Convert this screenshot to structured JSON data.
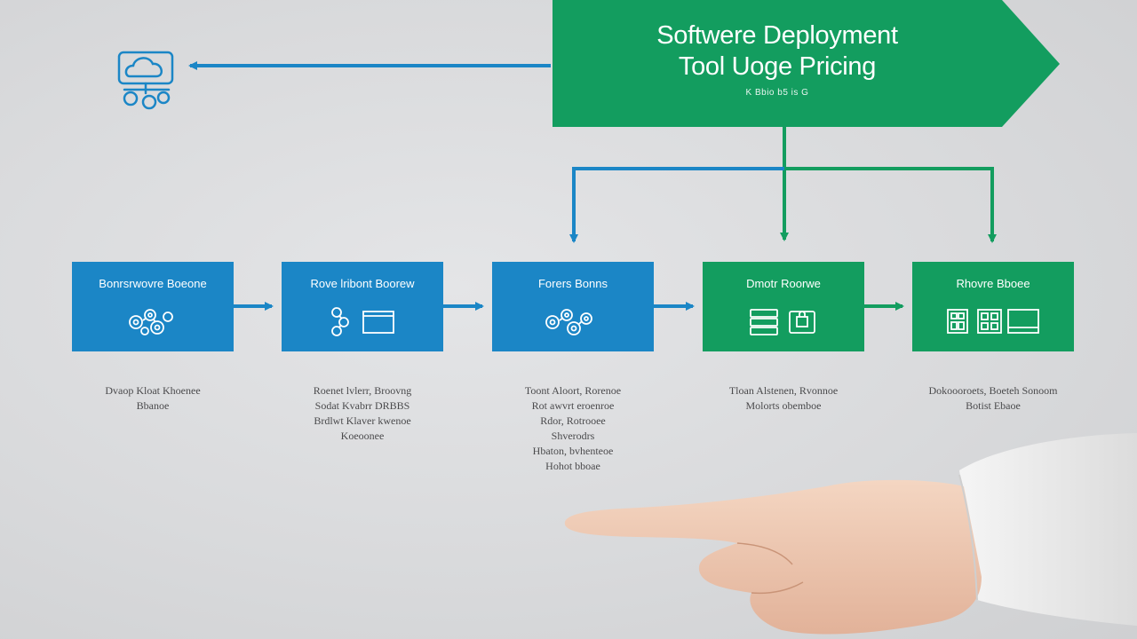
{
  "title": {
    "line1": "Softwere Deployment",
    "line2": "Tool Uoge Pricing",
    "subtitle": "K Bbio b5 is G"
  },
  "colors": {
    "blue": "#1b86c6",
    "green": "#139d5f",
    "background": "#dcdddf",
    "caption_text": "#4a4a4c"
  },
  "stages": [
    {
      "label": "Bonrsrwovre Boeone",
      "color": "blue",
      "icons": [
        "gears-cluster-icon"
      ],
      "caption": [
        "Dvaop Kloat Khoenee",
        "Bbanoe"
      ]
    },
    {
      "label": "Rove lribont Boorew",
      "color": "blue",
      "icons": [
        "gear-chain-icon",
        "window-icon"
      ],
      "caption": [
        "Roenet lvlerr, Broovng",
        "Sodat Kvabrr DRBBS",
        "Brdlwt Klaver kwenoe",
        "Koeoonee"
      ]
    },
    {
      "label": "Forers Bonns",
      "color": "blue",
      "icons": [
        "gears-cluster-icon"
      ],
      "caption": [
        "Toont Aloort, Rorenoe",
        "Rot awvrt eroenroe",
        "Rdor, Rotrooee",
        "Shverodrs",
        "Hbaton, bvhenteoe",
        "Hohot bboae"
      ]
    },
    {
      "label": "Dmotr Roorwe",
      "color": "green",
      "icons": [
        "server-stack-icon",
        "lock-device-icon"
      ],
      "caption": [
        "Tloan Alstenen, Rvonnoe",
        "Molorts obemboe"
      ]
    },
    {
      "label": "Rhovre Bboee",
      "color": "green",
      "icons": [
        "grid-panel-icon",
        "grid-panel-icon",
        "monitor-icon"
      ],
      "caption": [
        "Dokoooroets, Boeteh Sonoom",
        "Botist Ebaoe"
      ]
    }
  ],
  "top_left_icon": "cloud-network-icon",
  "decoration": "pointing-hand-image"
}
